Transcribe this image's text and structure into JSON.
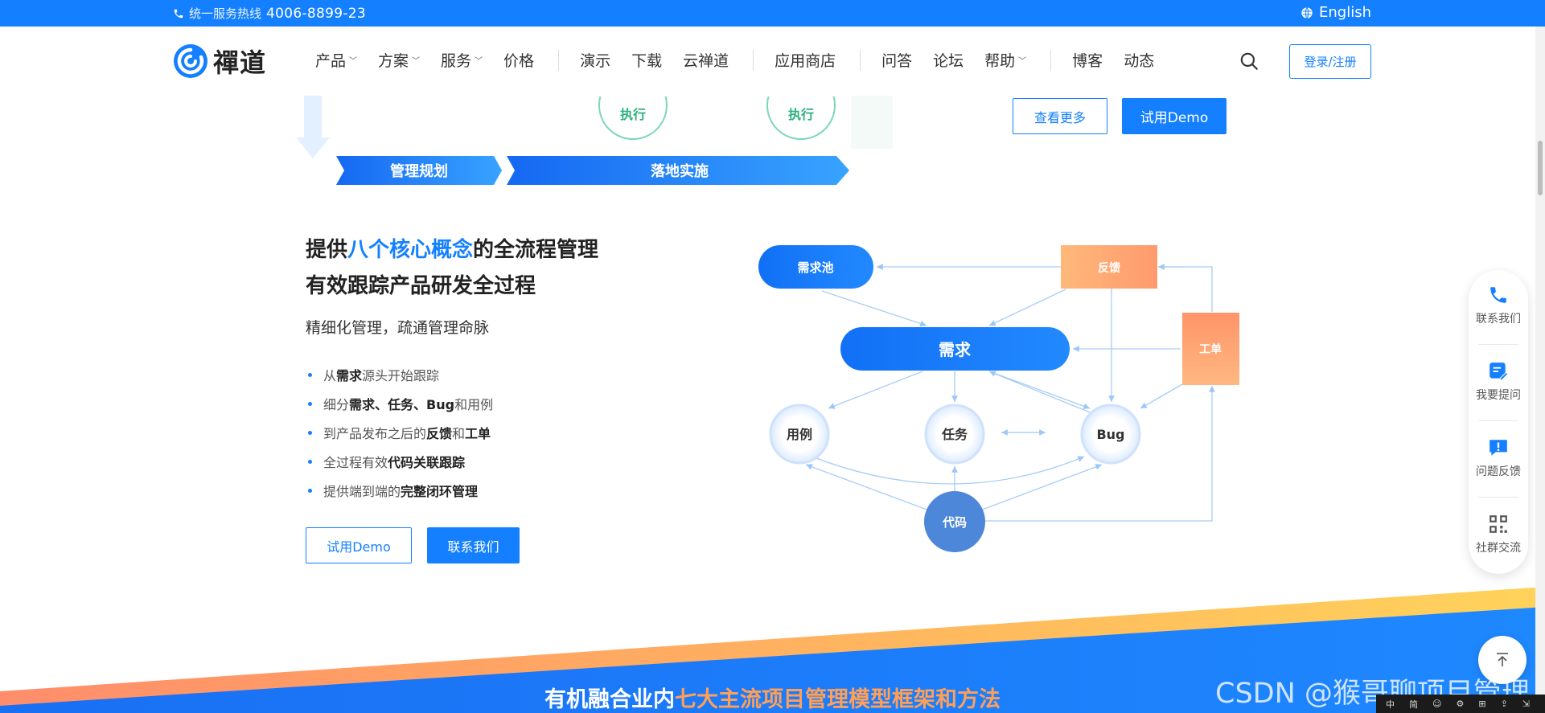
{
  "topbar": {
    "hotline_label": "统一服务热线",
    "hotline_number": "4006-8899-23",
    "language": "English"
  },
  "header": {
    "logo_text": "禪道",
    "nav": [
      {
        "label": "产品",
        "dropdown": true
      },
      {
        "label": "方案",
        "dropdown": true
      },
      {
        "label": "服务",
        "dropdown": true
      },
      {
        "label": "价格",
        "dropdown": false
      },
      {
        "label": "演示",
        "dropdown": false
      },
      {
        "label": "下载",
        "dropdown": false
      },
      {
        "label": "云禅道",
        "dropdown": false
      },
      {
        "label": "应用商店",
        "dropdown": false
      },
      {
        "label": "问答",
        "dropdown": false
      },
      {
        "label": "论坛",
        "dropdown": false
      },
      {
        "label": "帮助",
        "dropdown": true
      },
      {
        "label": "博客",
        "dropdown": false
      },
      {
        "label": "动态",
        "dropdown": false
      }
    ],
    "login_label": "登录/注册"
  },
  "upper": {
    "exec_label": "执行",
    "ribbon_plan": "管理规划",
    "ribbon_impl": "落地实施",
    "more_button": "查看更多",
    "demo_button": "试用Demo"
  },
  "feature": {
    "headline_prefix": "提供",
    "headline_highlight": "八个核心概念",
    "headline_suffix": "的全流程管理",
    "headline_line2": "有效跟踪产品研发全过程",
    "subtitle": "精细化管理，疏通管理命脉",
    "bullets": [
      [
        {
          "t": "从",
          "b": false
        },
        {
          "t": "需求",
          "b": true
        },
        {
          "t": "源头开始跟踪",
          "b": false
        }
      ],
      [
        {
          "t": "细分",
          "b": false
        },
        {
          "t": "需求、任务、Bug",
          "b": true
        },
        {
          "t": "和用例",
          "b": false
        }
      ],
      [
        {
          "t": "到产品发布之后的",
          "b": false
        },
        {
          "t": "反馈",
          "b": true
        },
        {
          "t": "和",
          "b": false
        },
        {
          "t": "工单",
          "b": true
        }
      ],
      [
        {
          "t": "全过程有效",
          "b": false
        },
        {
          "t": "代码关联跟踪",
          "b": true
        }
      ],
      [
        {
          "t": "提供端到端的",
          "b": false
        },
        {
          "t": "完整闭环管理",
          "b": true
        }
      ]
    ],
    "demo_button": "试用Demo",
    "contact_button": "联系我们"
  },
  "diagram": {
    "pool": "需求池",
    "feedback": "反馈",
    "requirement": "需求",
    "ticket": "工单",
    "testcase": "用例",
    "task": "任务",
    "bug": "Bug",
    "code": "代码"
  },
  "band": {
    "title_prefix": "有机融合业内",
    "title_highlight": "七大主流项目管理模型框架和方法"
  },
  "float_panel": {
    "items": [
      {
        "label": "联系我们",
        "icon": "phone-icon"
      },
      {
        "label": "我要提问",
        "icon": "edit-icon"
      },
      {
        "label": "问题反馈",
        "icon": "feedback-icon"
      },
      {
        "label": "社群交流",
        "icon": "qrcode-icon"
      }
    ]
  },
  "watermark": "CSDN @猴哥聊项目管理",
  "taskbar": [
    "中",
    "简",
    "☺",
    "⚙",
    "⊞",
    "⇪",
    "⇲"
  ],
  "colors": {
    "brand_blue": "#1480ff",
    "green": "#2bb27b",
    "orange": "#ff9f58"
  }
}
